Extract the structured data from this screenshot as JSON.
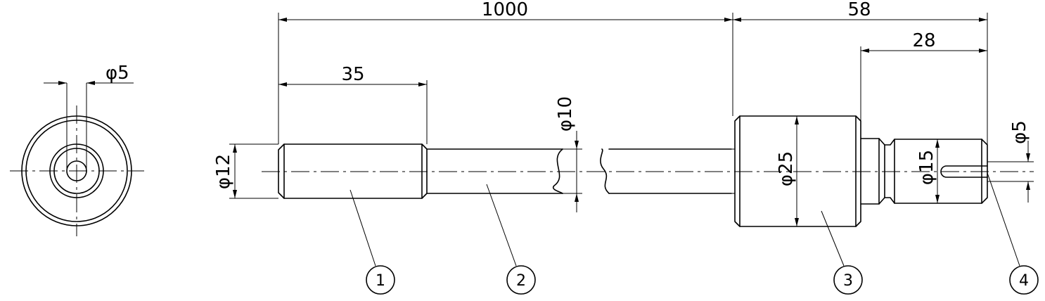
{
  "dimensions": {
    "overall_length": "1000",
    "tip_length": "58",
    "spigot_length": "28",
    "grip_length": "35",
    "rod_diameter": "φ10",
    "grip_diameter": "φ12",
    "body_diameter": "φ25",
    "spigot_diameter": "φ15",
    "slot_width": "φ5",
    "end_view_bore": "φ5"
  },
  "balloons": [
    "1",
    "2",
    "3",
    "4"
  ]
}
